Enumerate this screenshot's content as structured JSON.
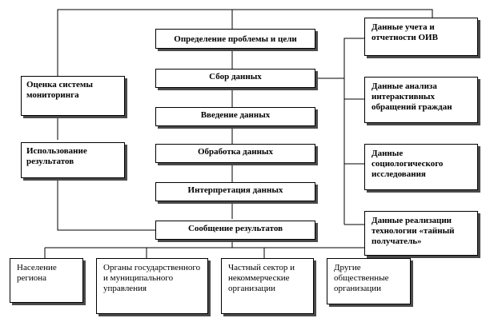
{
  "process": [
    "Определение проблемы и цели",
    "Сбор данных",
    "Введение данных",
    "Обработка данных",
    "Интерпретация данных",
    "Сообщение результатов"
  ],
  "left": {
    "evaluation": "Оценка системы мониторинга",
    "usage": "Использование результатов"
  },
  "sources": [
    "Данные учета и отчетности ОИВ",
    "Данные анализа интерактивных обращений граждан",
    "Данные социологического исследования",
    "Данные реализации технологии «тайный получатель»"
  ],
  "recipients": [
    "Население региона",
    "Органы государственного и муниципального управления",
    "Частный сектор и некоммерческие организации",
    "Другие общественные организации"
  ]
}
